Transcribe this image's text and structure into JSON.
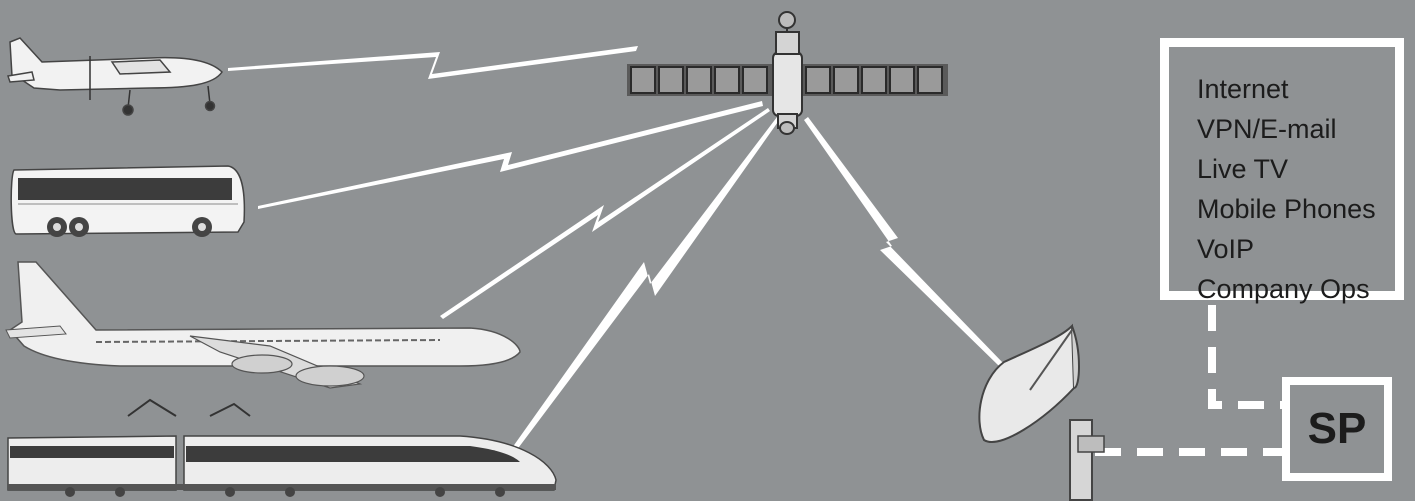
{
  "services": {
    "items": [
      "Internet",
      "VPN/E-mail",
      "Live TV",
      "Mobile Phones",
      "VoIP",
      "Company Ops"
    ]
  },
  "service_provider": {
    "label": "SP"
  },
  "nodes": {
    "satellite": "satellite-icon",
    "vehicles": [
      "drone-icon",
      "bus-icon",
      "airliner-icon",
      "train-icon"
    ],
    "ground_station": "satellite-dish-icon"
  },
  "colors": {
    "background": "#8f9294",
    "link": "#ffffff",
    "text": "#1c1c1c"
  }
}
